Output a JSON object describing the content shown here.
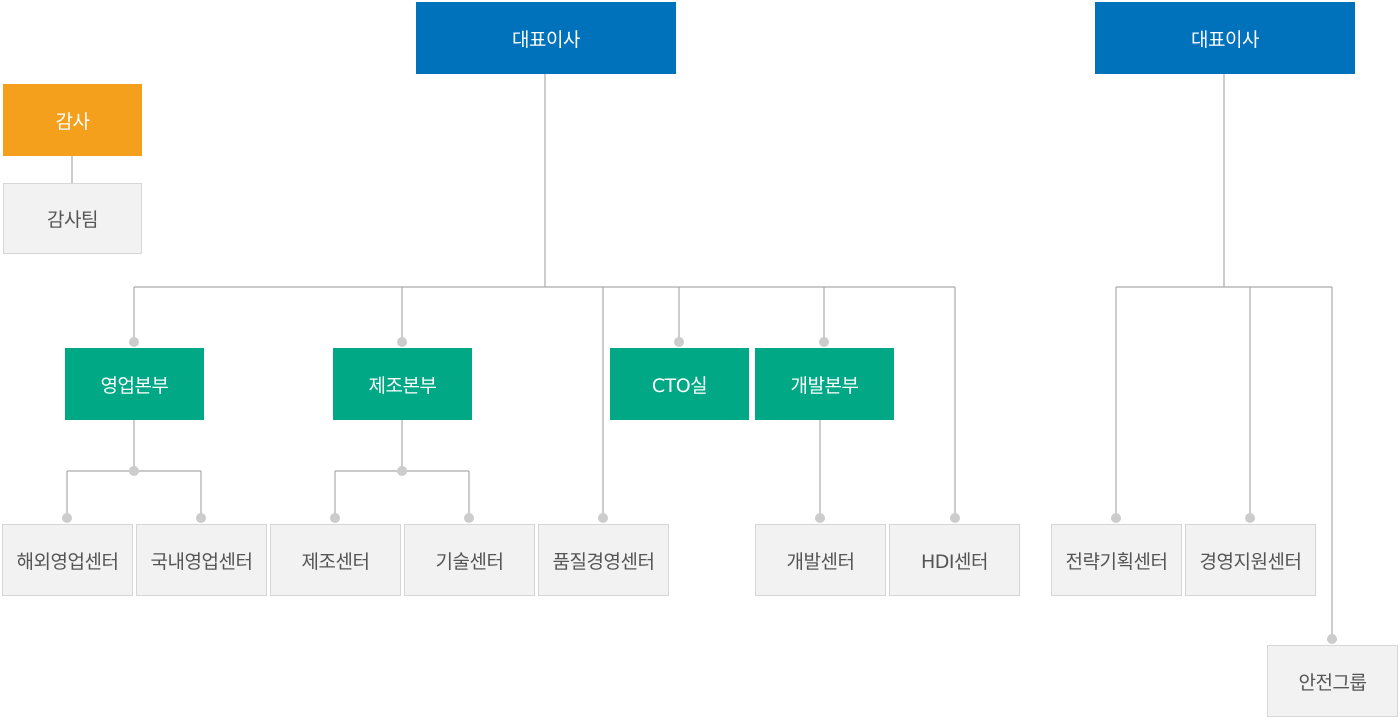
{
  "colors": {
    "ceo": "#0072bc",
    "audit": "#f5a01c",
    "division": "#00a886",
    "team_bg": "#f2f2f2",
    "team_text": "#555555",
    "connector": "#aaaaaa",
    "node_dot": "#cccccc"
  },
  "ceo_left": "대표이사",
  "ceo_right": "대표이사",
  "audit": {
    "title": "감사",
    "team": "감사팀"
  },
  "divisions": {
    "sales": "영업본부",
    "manufacturing": "제조본부",
    "cto": "CTO실",
    "development": "개발본부"
  },
  "teams": {
    "overseas_sales": "해외영업센터",
    "domestic_sales": "국내영업센터",
    "manufacturing_center": "제조센터",
    "technology_center": "기술센터",
    "quality_center": "품질경영센터",
    "development_center": "개발센터",
    "hdi_center": "HDI센터",
    "strategy_center": "전략기획센터",
    "management_support": "경영지원센터",
    "safety_group": "안전그룹"
  }
}
